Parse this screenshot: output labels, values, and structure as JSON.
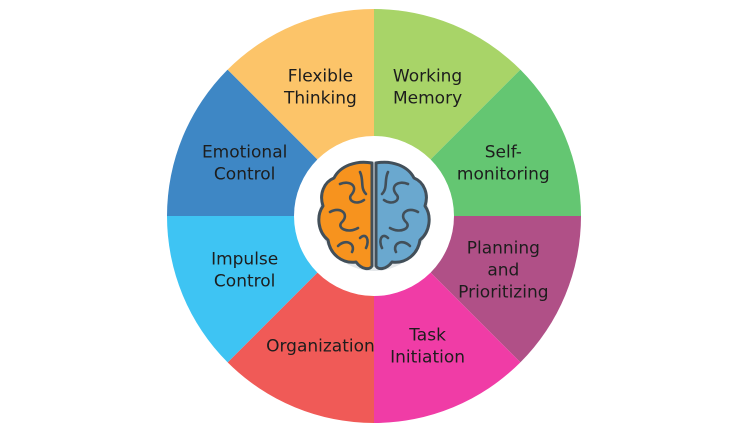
{
  "segments": [
    {
      "lines": [
        "Working",
        "Memory"
      ],
      "color": "#a8d468"
    },
    {
      "lines": [
        "Self-",
        "monitoring"
      ],
      "color": "#64c672"
    },
    {
      "lines": [
        "Planning",
        "and",
        "Prioritizing"
      ],
      "color": "#b05087"
    },
    {
      "lines": [
        "Task",
        "Initiation"
      ],
      "color": "#f03ca6"
    },
    {
      "lines": [
        "Organization"
      ],
      "color": "#f05a57"
    },
    {
      "lines": [
        "Impulse",
        "Control"
      ],
      "color": "#3ec4f3"
    },
    {
      "lines": [
        "Emotional",
        "Control"
      ],
      "color": "#3e87c5"
    },
    {
      "lines": [
        "Flexible",
        "Thinking"
      ],
      "color": "#fcc469"
    }
  ],
  "center": {
    "icon": "brain-icon",
    "left_color": "#f7931e",
    "right_color": "#6aa8cf",
    "outline_color": "#424f59"
  }
}
